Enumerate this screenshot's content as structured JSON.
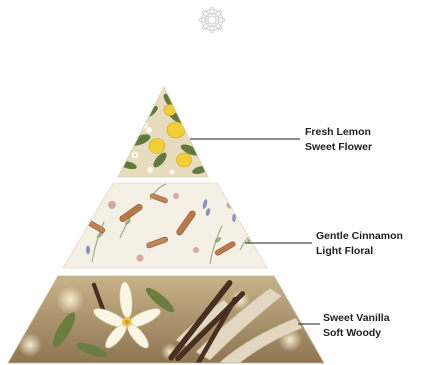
{
  "logo": {
    "icon": "mandala-icon"
  },
  "pyramid": {
    "top": {
      "line1": "Fresh Lemon",
      "line2": "Sweet Flower",
      "palette": {
        "bg": "#e7dcbd",
        "leaf": "#5f7a3c",
        "fruit": "#f1cf3a",
        "flower": "#fbf8ee"
      }
    },
    "middle": {
      "line1": "Gentle Cinnamon",
      "line2": "Light Floral",
      "palette": {
        "bg": "#f5f0e6",
        "stick": "#b8794b",
        "petal": "#d8a9a0",
        "sprig": "#8e8fc0",
        "leaf": "#8fa47a"
      }
    },
    "base": {
      "line1": "Sweet Vanilla",
      "line2": "Soft Woody",
      "palette": {
        "bg": "#bca67d",
        "flower": "#fbf5e4",
        "pod": "#4a3022",
        "wood": "#e4d7c1"
      }
    }
  }
}
